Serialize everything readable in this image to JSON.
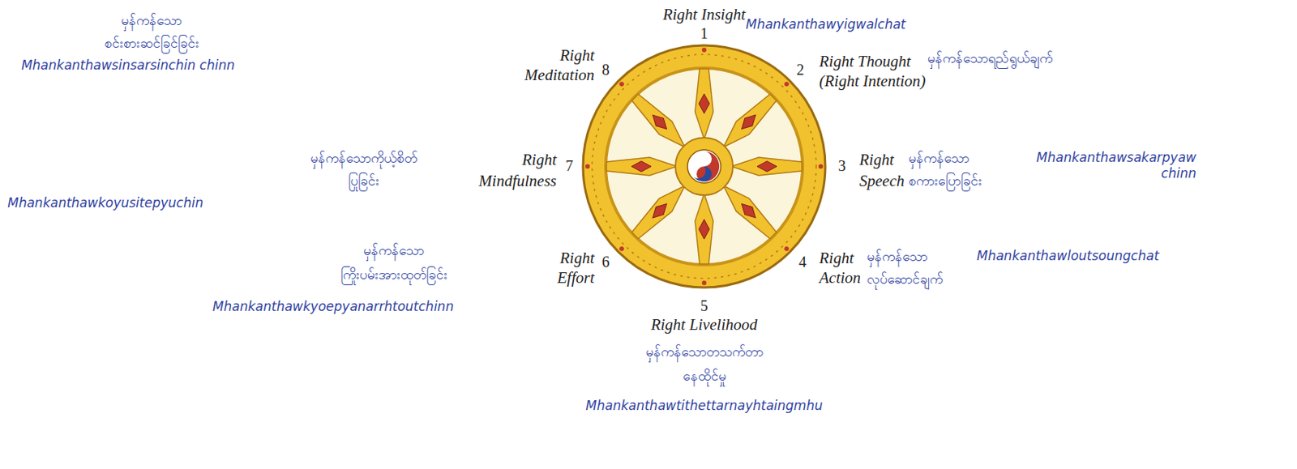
{
  "diagram": {
    "labels": [
      "Right Insight",
      "1",
      "Mhankanthawyigwalchat",
      "2",
      "Right Thought",
      "မှန်ကန်သောရည်ရွယ်ချက်",
      "(Right Intention)",
      "3",
      "Right",
      "မှန်ကန်သော",
      "Mhankanthawsakarpyaw chinn",
      "Speech",
      "စကားပြောခြင်း",
      "4",
      "Right",
      "မှန်ကန်သော",
      "Mhankanthawloutsoungchat",
      "Action",
      "လုပ်ဆောင်ချက်",
      "5",
      "Right Livelihood",
      "မှန်ကန်သောတသက်တာ",
      "နေထိုင်မှု",
      "Mhankanthawtithettarnayhtaingmhu",
      "မှန်ကန်သော",
      "Right",
      "6",
      "ကြိုးပမ်းအားထုတ်ခြင်း",
      "Effort",
      "Mhankanthawkyoepyanarrhtoutchinn",
      "မှန်ကန်သောကိုယ့်စိတ်",
      "Right",
      "7",
      "ပြုခြင်း",
      "Mindfulness",
      "Mhankanthawkoyusitepyuchin",
      "မှန်ကန်သော",
      "Right",
      "8",
      "စင်းစားဆင်ခြင်ခြင်း",
      "Meditation",
      "Mhankanthawsinsarsinchin chinn"
    ]
  }
}
